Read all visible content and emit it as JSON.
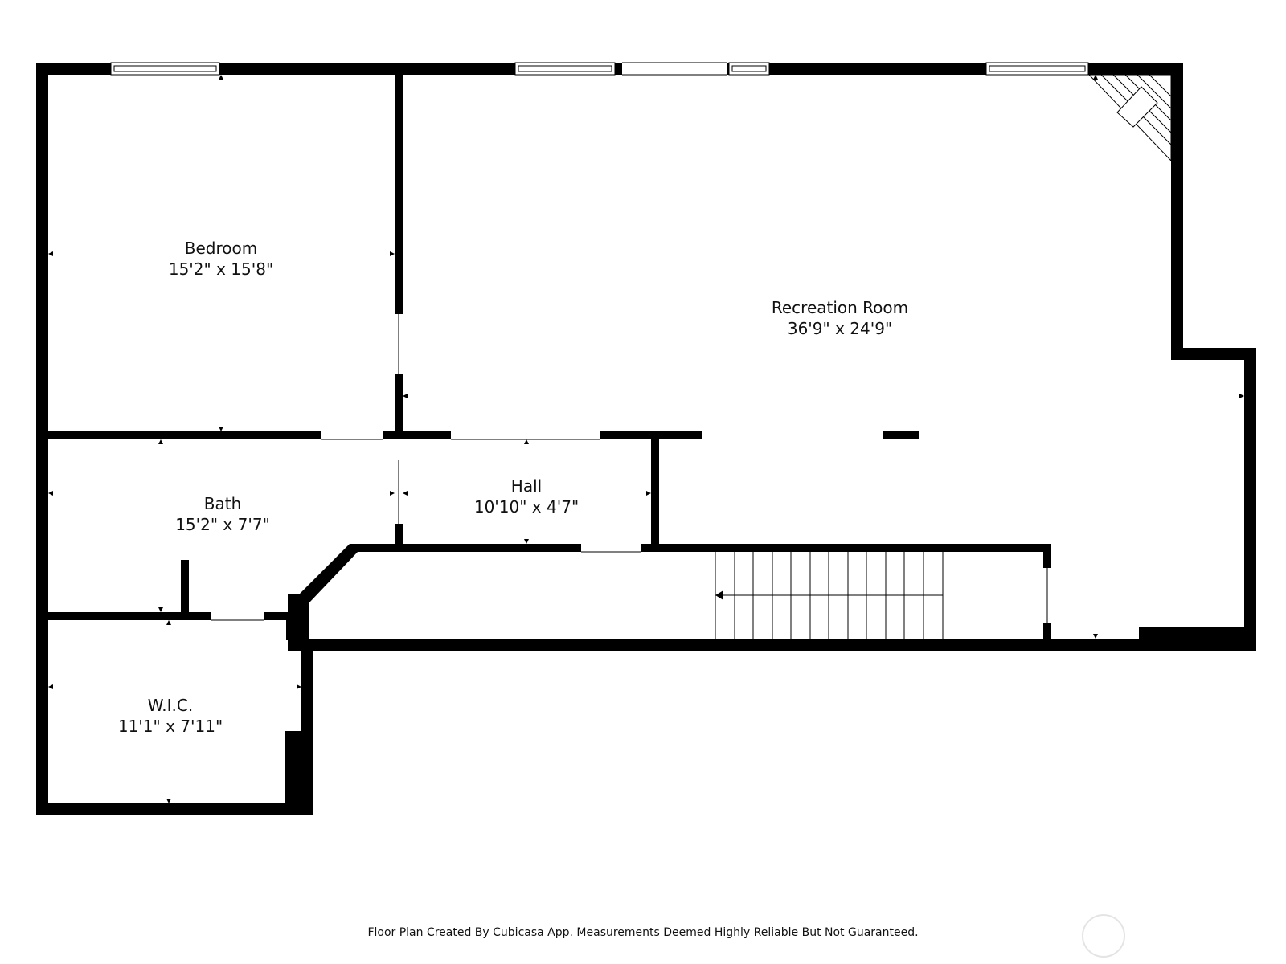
{
  "rooms": {
    "bedroom": {
      "name": "Bedroom",
      "dims": "15'2\" x 15'8\""
    },
    "recreation": {
      "name": "Recreation Room",
      "dims": "36'9\" x 24'9\""
    },
    "bath": {
      "name": "Bath",
      "dims": "15'2\" x 7'7\""
    },
    "hall": {
      "name": "Hall",
      "dims": "10'10\" x 4'7\""
    },
    "wic": {
      "name": "W.I.C.",
      "dims": "11'1\" x 7'11\""
    }
  },
  "footer": "Floor Plan Created By Cubicasa App. Measurements Deemed Highly Reliable But Not Guaranteed."
}
